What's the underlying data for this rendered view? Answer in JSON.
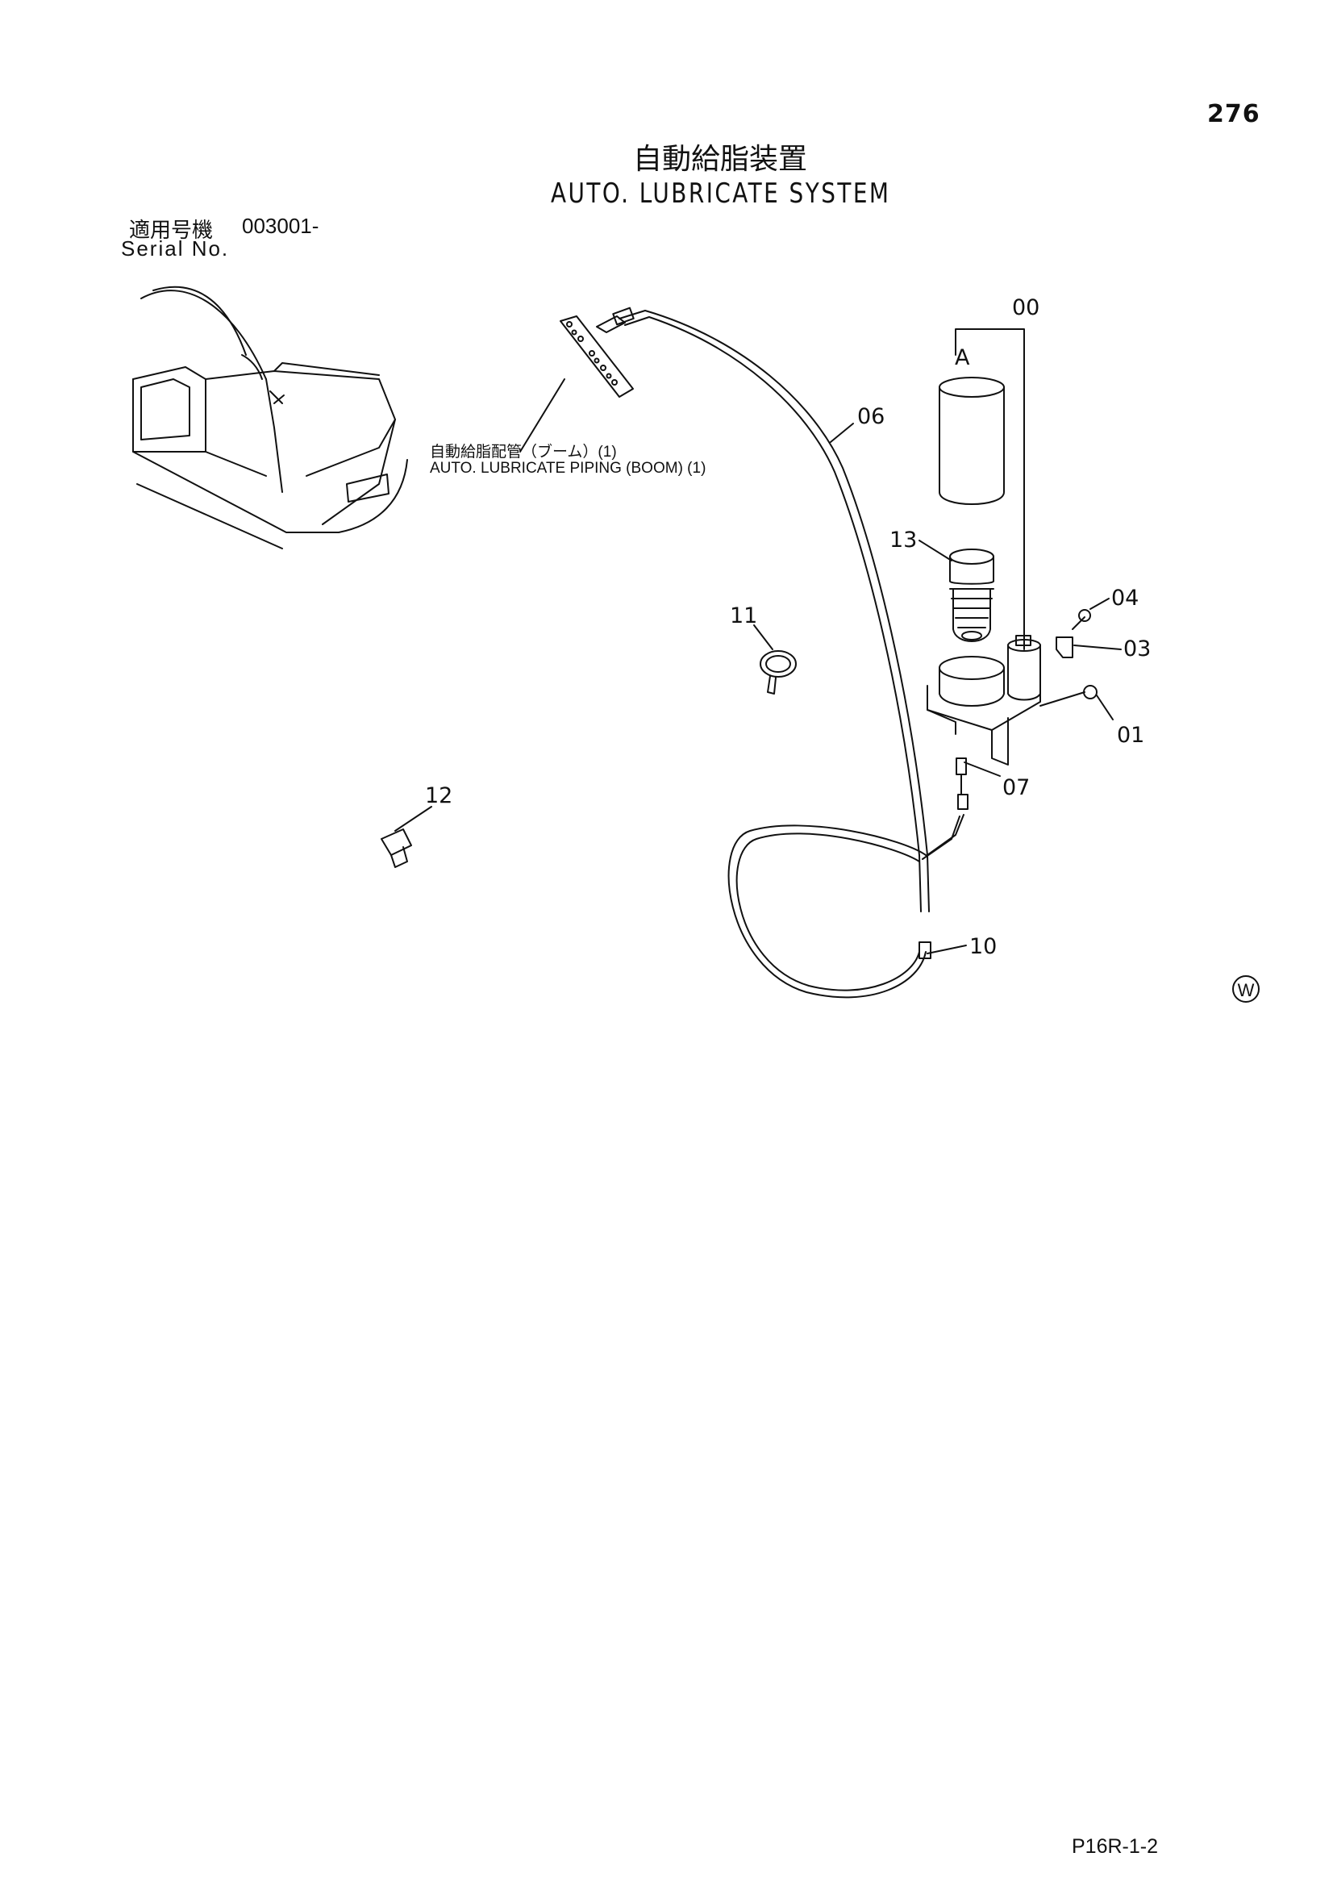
{
  "page": {
    "number": "276",
    "title_jp": "自動給脂装置",
    "title_en": "AUTO. LUBRICATE SYSTEM",
    "serial_label_jp": "適用号機",
    "serial_value": "003001-",
    "serial_label_en": "Serial No.",
    "footer_code": "P16R-1-2",
    "watermark_symbol": "W"
  },
  "subassembly_note": {
    "jp": "自動給脂配管（ブーム）(1)",
    "en": "AUTO. LUBRICATE PIPING (BOOM) (1)"
  },
  "callouts": {
    "c00": "00",
    "cA": "A",
    "c06": "06",
    "c13": "13",
    "c11": "11",
    "c04": "04",
    "c03": "03",
    "c01": "01",
    "c07": "07",
    "c12": "12",
    "c10": "10"
  }
}
